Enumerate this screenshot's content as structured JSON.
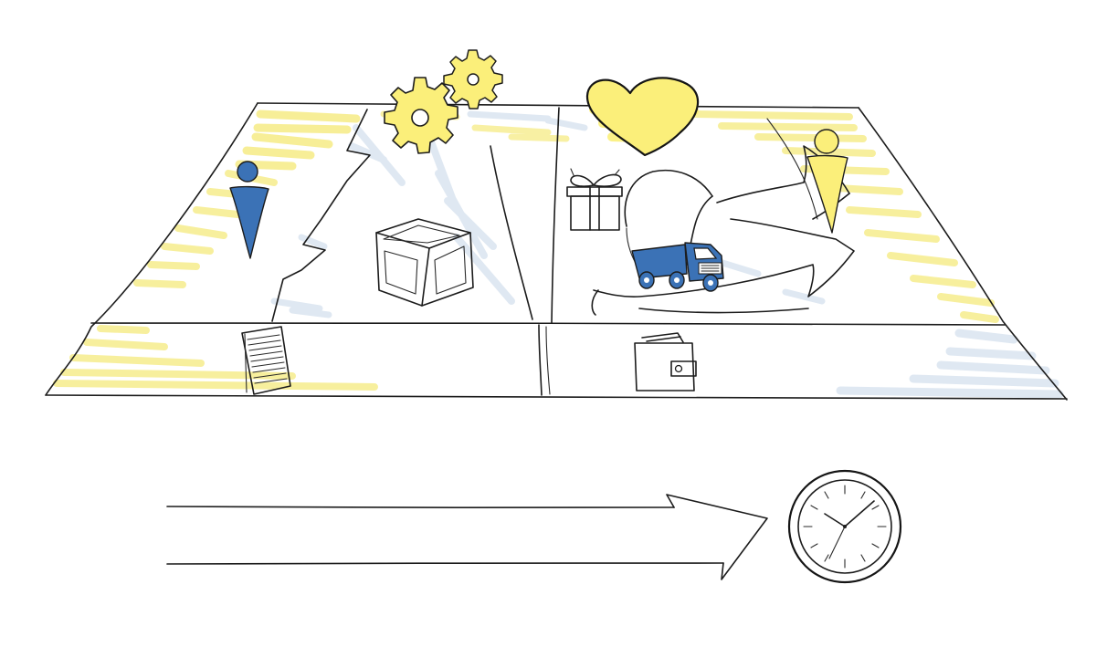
{
  "colors": {
    "ink": "#1c1c1c",
    "highlight_yellow": "#f6ec8c",
    "accent_yellow": "#fbef7a",
    "accent_blue": "#3b72b6",
    "shade_blue": "#dbe6f1",
    "paper": "#ffffff"
  },
  "canvas": {
    "blocks": [
      {
        "id": "key-partners",
        "icon": "person-icon"
      },
      {
        "id": "key-activities",
        "icon": "gears-icon"
      },
      {
        "id": "key-resources",
        "icon": "crate-icon"
      },
      {
        "id": "value-propositions",
        "icon": "heart-icon"
      },
      {
        "id": "customer-relationships",
        "icon": "gift-icon"
      },
      {
        "id": "channels",
        "icon": "truck-icon"
      },
      {
        "id": "customer-segments",
        "icon": "person-icon"
      },
      {
        "id": "cost-structure",
        "icon": "document-icon"
      },
      {
        "id": "revenue-streams",
        "icon": "wallet-icon"
      }
    ]
  },
  "timeline": {
    "icons": [
      "arrow-icon",
      "clock-icon"
    ]
  }
}
